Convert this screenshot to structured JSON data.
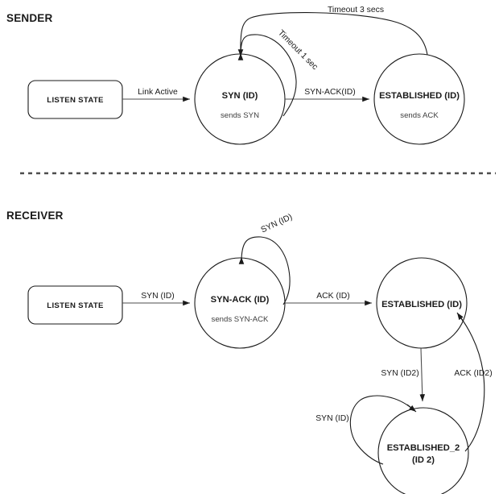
{
  "diagram": {
    "title_sender": "SENDER",
    "title_receiver": "RECEIVER",
    "background_color": "#ffffff",
    "stroke_color": "#1a1a1a",
    "edge_color": "#4d4d4d"
  },
  "sender": {
    "heading": "SENDER",
    "nodes": {
      "listen": {
        "label": "LISTEN STATE",
        "shape": "rounded-rect"
      },
      "syn": {
        "label": "SYN (ID)",
        "sublabel": "sends SYN",
        "shape": "circle"
      },
      "established": {
        "label": "ESTABLISHED (ID)",
        "sublabel": "sends ACK",
        "shape": "circle"
      }
    },
    "edges": {
      "listen_to_syn": "Link Active",
      "syn_to_established": "SYN-ACK(ID)",
      "syn_self_timeout": "Timeout 1 sec",
      "established_to_syn_timeout": "Timeout 3 secs"
    }
  },
  "receiver": {
    "heading": "RECEIVER",
    "nodes": {
      "listen": {
        "label": "LISTEN STATE",
        "shape": "rounded-rect"
      },
      "synack": {
        "label": "SYN-ACK (ID)",
        "sublabel": "sends SYN-ACK",
        "shape": "circle"
      },
      "established": {
        "label": "ESTABLISHED (ID)",
        "sublabel": "",
        "shape": "circle"
      },
      "established2": {
        "label_line1": "ESTABLISHED_2",
        "label_line2": "(ID 2)",
        "shape": "circle"
      }
    },
    "edges": {
      "listen_to_synack": "SYN (ID)",
      "synack_self": "SYN (ID)",
      "synack_to_established": "ACK (ID)",
      "established_to_established2": "SYN (ID2)",
      "established2_to_established": "ACK (ID2)",
      "established2_self": "SYN (ID)"
    }
  }
}
